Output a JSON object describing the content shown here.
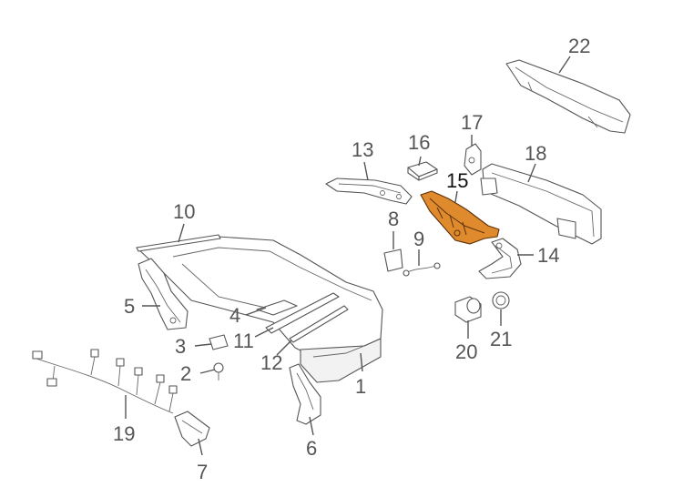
{
  "diagram": {
    "highlight_color": "#e08a2e",
    "line_color": "#555555",
    "callouts": [
      {
        "id": "c1",
        "label": "1"
      },
      {
        "id": "c2",
        "label": "2"
      },
      {
        "id": "c3",
        "label": "3"
      },
      {
        "id": "c4",
        "label": "4"
      },
      {
        "id": "c5",
        "label": "5"
      },
      {
        "id": "c6",
        "label": "6"
      },
      {
        "id": "c7",
        "label": "7"
      },
      {
        "id": "c8",
        "label": "8"
      },
      {
        "id": "c9",
        "label": "9"
      },
      {
        "id": "c10",
        "label": "10"
      },
      {
        "id": "c11",
        "label": "11"
      },
      {
        "id": "c12",
        "label": "12"
      },
      {
        "id": "c13",
        "label": "13"
      },
      {
        "id": "c14",
        "label": "14"
      },
      {
        "id": "c15",
        "label": "15",
        "highlighted": true
      },
      {
        "id": "c16",
        "label": "16"
      },
      {
        "id": "c17",
        "label": "17"
      },
      {
        "id": "c18",
        "label": "18"
      },
      {
        "id": "c19",
        "label": "19"
      },
      {
        "id": "c20",
        "label": "20"
      },
      {
        "id": "c21",
        "label": "21"
      },
      {
        "id": "c22",
        "label": "22"
      }
    ]
  }
}
